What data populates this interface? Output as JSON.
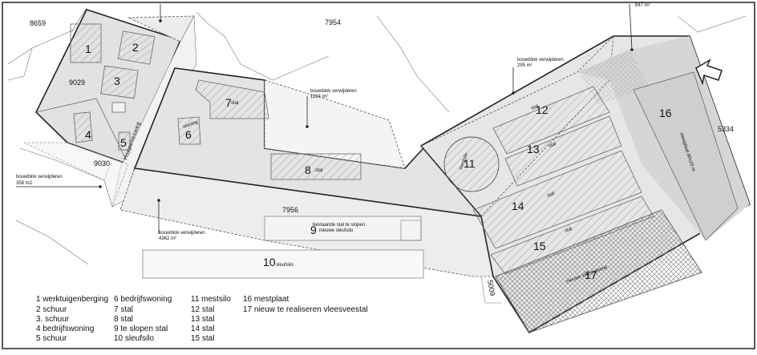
{
  "parcels": {
    "p8659": "8659",
    "p7954": "7954",
    "p9029": "9029",
    "p9030": "9030",
    "p7956": "7956",
    "p5334": "5334",
    "p5009": "5009"
  },
  "street": "Hoppenesweg",
  "annotations": {
    "a358_line1": "bouwblok verwijderen",
    "a358_line2": "358 m2",
    "a1194_line1": "bouwblok verwijderen",
    "a1194_line2": "1194 m²",
    "a295_line1": "bouwblok verwijderen",
    "a295_line2": "295 m²",
    "a4362_line1": "bouwblok verwijderen",
    "a4362_line2": "4362 m²",
    "top_right": "847 m²"
  },
  "buildings": {
    "b1": "1",
    "b2": "2",
    "b3": "3",
    "b4": "4",
    "b5": "5",
    "b6": "6",
    "b7": "7",
    "b8": "8",
    "b9": "9",
    "b10": "10",
    "b11": "11",
    "b12": "12",
    "b13": "13",
    "b14": "14",
    "b15": "15",
    "b16": "16",
    "b17": "17"
  },
  "labels": {
    "woning": "woning",
    "stal7": "stal",
    "stal8": "stal",
    "stal9_line1": "bestaande stal te slopen",
    "stal9_line2": "nieuwe sleufsilo",
    "sleufsilo": "sleufsilo",
    "mestsilo": "mestsilo",
    "stal12": "stal",
    "stal13": "stal",
    "stal14": "stal",
    "stal15": "stal",
    "mestplaat": "mestplaat 80x20 m",
    "vleesveestal": "nieuwe vleesveestal"
  },
  "legend": {
    "col1": [
      "1 werktuigenberging",
      "2 schuur",
      "3. schuur",
      "4 bedrijfswoning",
      "5 schuur"
    ],
    "col2": [
      "6 bedrijfswoning",
      "7 stal",
      "8 stal",
      "9 te slopen stal",
      "10 sleufsilo"
    ],
    "col3": [
      "11 mestsilo",
      "12 stal",
      "13 stal",
      "14 stal",
      "15 stal"
    ],
    "col4": [
      "16 mestplaat",
      "17 nieuw te realiseren vleesveestal"
    ]
  }
}
